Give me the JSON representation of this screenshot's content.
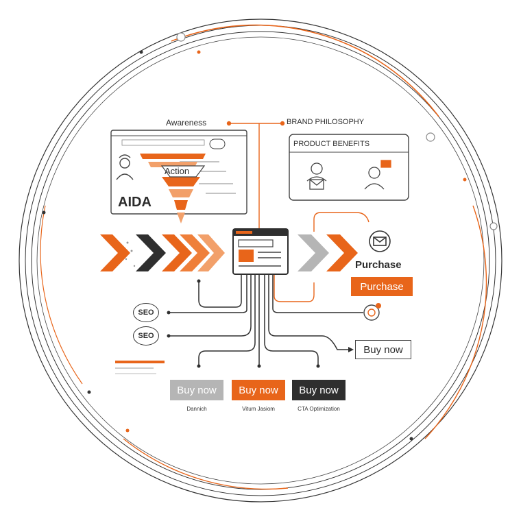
{
  "labels": {
    "awareness": "Awareness",
    "brand_philosophy": "BRAND PHILOSOPHY",
    "product_benefits": "PRODUCT BENEFITS",
    "aida": "AIDA",
    "action": "Action",
    "purchase_text": "Purchase",
    "purchase_button": "Purchase",
    "seo_1": "SEO",
    "seo_2": "SEO"
  },
  "buttons": {
    "buy_now_outline": "Buy now",
    "buy_now_gray": "Buy now",
    "buy_now_orange": "Buy now",
    "buy_now_dark": "Buy now"
  },
  "captions": {
    "gray": "Dannich",
    "orange": "Vitum Jasiom",
    "dark": "CTA Optimization"
  },
  "colors": {
    "accent": "#e8651a",
    "dark": "#2f2f2f",
    "gray": "#b5b5b5",
    "light_orange": "#f2a06a"
  },
  "icons": {
    "person": "person-icon",
    "mail": "mail-icon",
    "support": "support-person-icon",
    "target": "target-icon",
    "webpage": "webpage-icon"
  }
}
